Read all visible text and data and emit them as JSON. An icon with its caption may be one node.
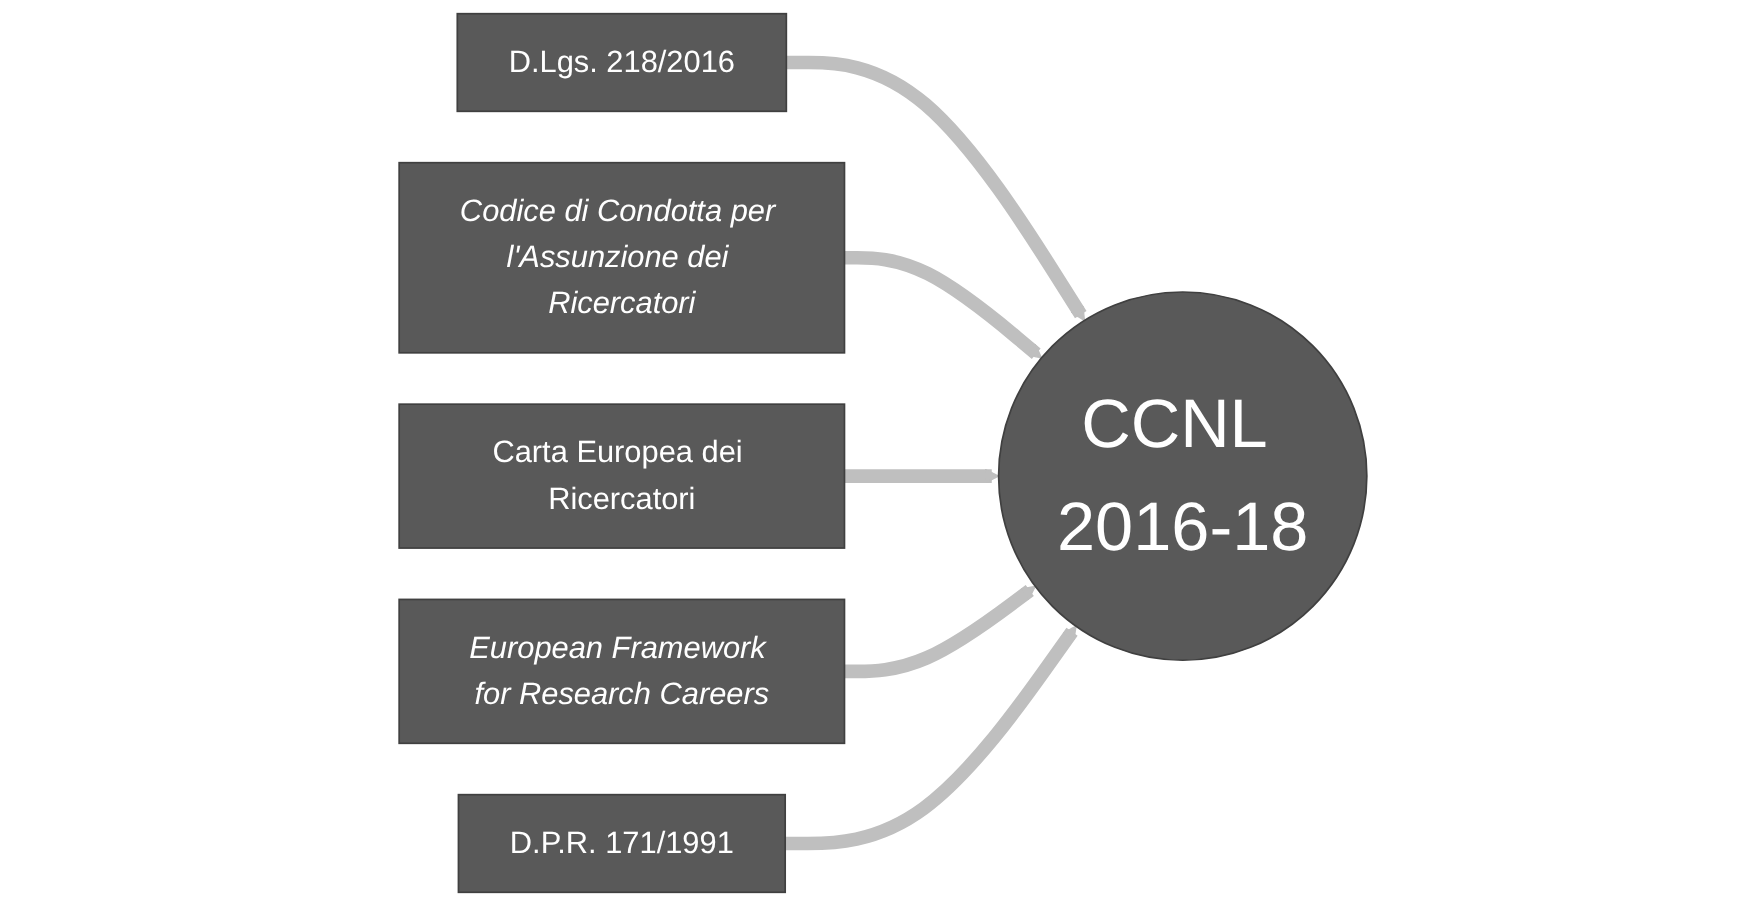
{
  "diagram": {
    "nodes": [
      {
        "text": [
          "D.Lgs. 218/2016"
        ]
      },
      {
        "text": [
          "Codice di Condotta per l'Assunzione dei Ricercatori"
        ]
      },
      {
        "text": [
          "Carta Europea dei Ricercatori"
        ]
      },
      {
        "text": [
          "European Framework for Research Careers"
        ]
      },
      {
        "text": [
          "D.P.R. 171/1991"
        ]
      },
      {
        "text": [
          "CCNL 2016-18"
        ]
      }
    ],
    "edges": [
      {
        "from": 0,
        "to": 5,
        "arrow": "to"
      },
      {
        "from": 1,
        "to": 5,
        "arrow": "to"
      },
      {
        "from": 2,
        "to": 5,
        "arrow": "to"
      },
      {
        "from": 3,
        "to": 5,
        "arrow": "to"
      },
      {
        "from": 4,
        "to": 5,
        "arrow": "to"
      }
    ]
  }
}
